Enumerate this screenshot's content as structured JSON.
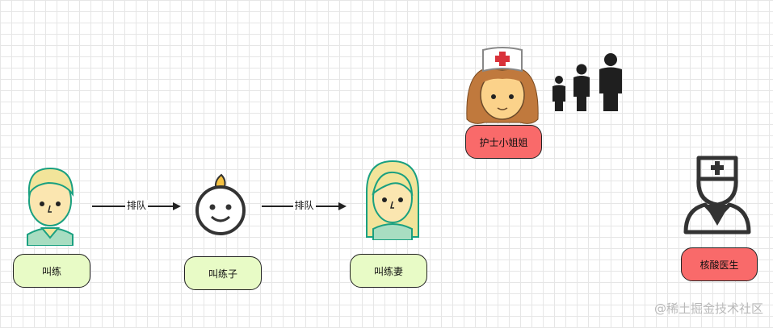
{
  "nodes": {
    "jiaolian": "叫练",
    "jiaolianzi": "叫练子",
    "jiaolianqi": "叫练妻",
    "nurse": "护士小姐姐",
    "doctor": "核酸医生"
  },
  "edges": {
    "queue1": "排队",
    "queue2": "排队"
  },
  "watermark": "@稀土掘金技术社区",
  "colors": {
    "label_green": "#e8fbc6",
    "label_red": "#f96a6a",
    "hair_yellow": "#f2e49a",
    "skin": "#fbe6b0",
    "teal": "#1aa080"
  }
}
